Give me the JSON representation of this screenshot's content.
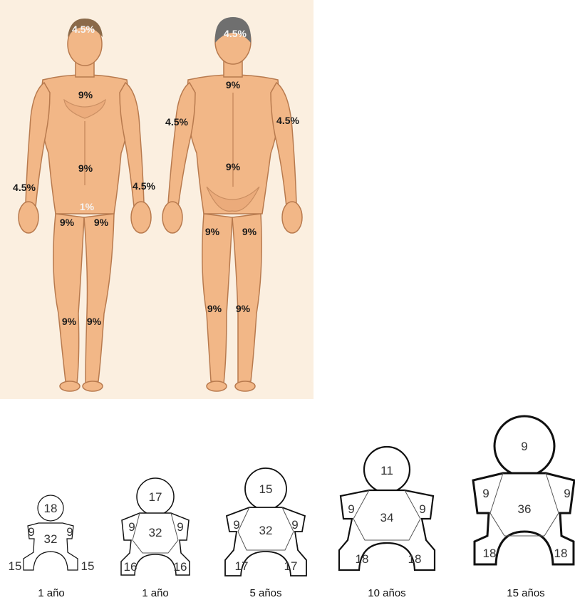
{
  "front_figure": {
    "head": "4.5%",
    "chest": "9%",
    "abdomen": "9%",
    "arm_left": "4.5%",
    "arm_right": "4.5%",
    "genitals": "1%",
    "thigh_left": "9%",
    "thigh_right": "9%",
    "leg_left": "9%",
    "leg_right": "9%"
  },
  "back_figure": {
    "head": "4.5%",
    "upper_back": "9%",
    "lower_back": "9%",
    "arm_left": "4.5%",
    "arm_right": "4.5%",
    "thigh_left": "9%",
    "thigh_right": "9%",
    "leg_left": "9%",
    "leg_right": "9%"
  },
  "children": [
    {
      "head": "18",
      "trunk": "32",
      "arm_left": "9",
      "arm_right": "9",
      "leg_left": "15",
      "leg_right": "15",
      "caption": "1 año"
    },
    {
      "head": "17",
      "trunk": "32",
      "arm_left": "9",
      "arm_right": "9",
      "leg_left": "16",
      "leg_right": "16",
      "caption": "1 año"
    },
    {
      "head": "15",
      "trunk": "32",
      "arm_left": "9",
      "arm_right": "9",
      "leg_left": "17",
      "leg_right": "17",
      "caption": "5 años"
    },
    {
      "head": "11",
      "trunk": "34",
      "arm_left": "9",
      "arm_right": "9",
      "leg_left": "18",
      "leg_right": "18",
      "caption": "10 años"
    },
    {
      "head": "9",
      "trunk": "36",
      "arm_left": "9",
      "arm_right": "9",
      "leg_left": "18",
      "leg_right": "18",
      "caption": "15 años"
    }
  ]
}
